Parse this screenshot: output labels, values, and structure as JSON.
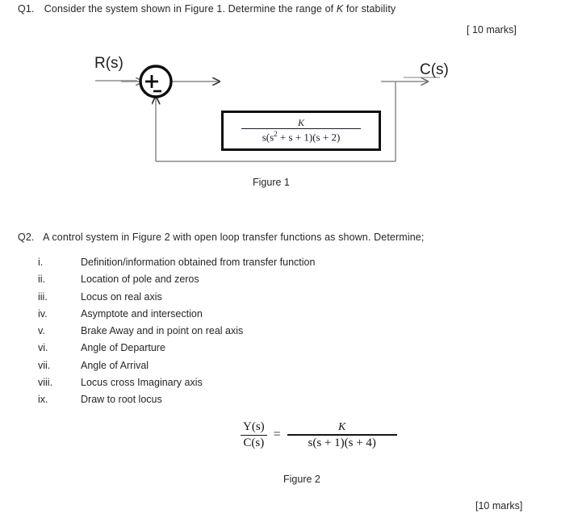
{
  "document": {
    "q1": {
      "prefix": "Q1.",
      "text_before_k": "Consider the system shown in Figure 1. Determine the range of",
      "k_symbol": "K",
      "text_after_k": "for stability",
      "marks": "[ 10 marks]",
      "figure_caption": "Figure 1",
      "diagram": {
        "input_label": "R(s)",
        "output_label": "C(s)",
        "summing_plus": "+",
        "summing_minus": "-",
        "transfer_function": {
          "numerator": "K",
          "denominator_prefix": "s(s",
          "denominator_exponent": "2",
          "denominator_rest": " +  s + 1)(s + 2)",
          "denominator_full": "s(s2 +  s + 1)(s + 2)"
        }
      }
    },
    "q2": {
      "prefix": "Q2.",
      "text": "A control system in Figure 2 with open loop transfer functions as shown. Determine;",
      "marks": "[10 marks]",
      "figure_caption": "Figure 2",
      "items": [
        {
          "numeral": "i.",
          "label": "Definition/information obtained from transfer function"
        },
        {
          "numeral": "ii.",
          "label": "Location of pole and zeros"
        },
        {
          "numeral": "iii.",
          "label": "Locus on real axis"
        },
        {
          "numeral": "iv.",
          "label": "Asymptote and intersection"
        },
        {
          "numeral": "v.",
          "label": "Brake Away and in point on real axis"
        },
        {
          "numeral": "vi.",
          "label": "Angle of Departure"
        },
        {
          "numeral": "vii.",
          "label": "Angle of Arrival"
        },
        {
          "numeral": "viii.",
          "label": "Locus cross Imaginary axis"
        },
        {
          "numeral": "ix.",
          "label": "Draw to root locus"
        }
      ],
      "equation": {
        "left_numerator": "Y(s)",
        "left_denominator": "C(s)",
        "equals": "=",
        "right_numerator": "K",
        "right_denominator": "s(s +  1)(s + 4)"
      }
    }
  },
  "colors": {
    "text": "#262626",
    "box_border": "#101010",
    "wire": "#808080",
    "math": "#1a1a2e"
  }
}
